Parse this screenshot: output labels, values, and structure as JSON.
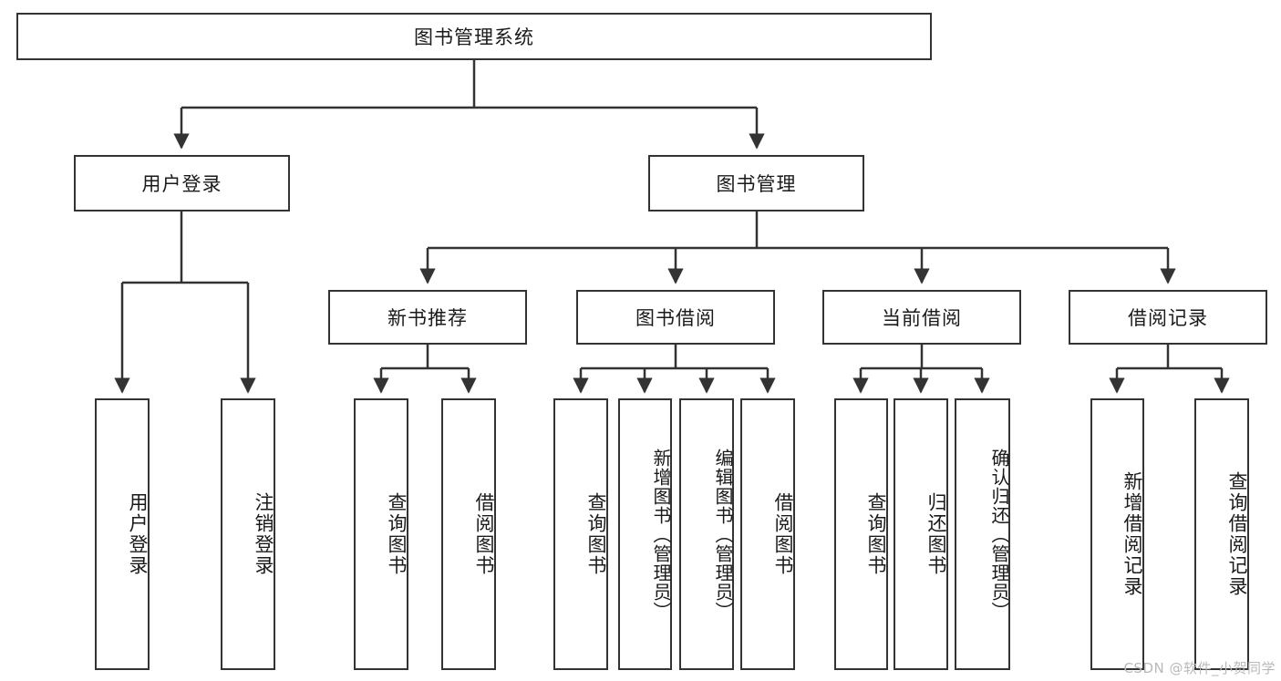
{
  "diagram": {
    "title": "图书管理系统",
    "type": "tree",
    "watermark": "CSDN @软件_小贺同学",
    "colors": {
      "box_border": "#333333",
      "box_fill": "#ffffff",
      "connector": "#333333",
      "text": "#1a1a1a",
      "watermark": "#b9b9b9"
    },
    "levels": {
      "root": {
        "label": "图书管理系统"
      },
      "level2": [
        {
          "label": "用户登录"
        },
        {
          "label": "图书管理"
        }
      ],
      "level3": [
        {
          "label": "新书推荐"
        },
        {
          "label": "图书借阅"
        },
        {
          "label": "当前借阅"
        },
        {
          "label": "借阅记录"
        }
      ],
      "leaves": {
        "user_login": [
          {
            "label": "用户登录"
          },
          {
            "label": "注销登录"
          }
        ],
        "new_book_recommend": [
          {
            "label": "查询图书"
          },
          {
            "label": "借阅图书"
          }
        ],
        "book_borrow": [
          {
            "label": "查询图书"
          },
          {
            "label": "新增图书（管理员）"
          },
          {
            "label": "编辑图书（管理员）"
          },
          {
            "label": "借阅图书"
          }
        ],
        "current_borrow": [
          {
            "label": "查询图书"
          },
          {
            "label": "归还图书"
          },
          {
            "label": "确认归还（管理员）"
          }
        ],
        "borrow_record": [
          {
            "label": "新增借阅记录"
          },
          {
            "label": "查询借阅记录"
          }
        ]
      }
    }
  }
}
